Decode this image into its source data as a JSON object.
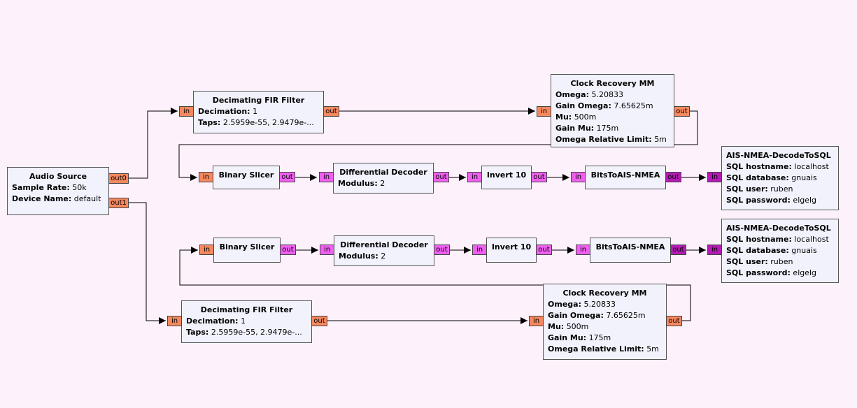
{
  "blocks": {
    "audio_source": {
      "title": "Audio Source",
      "params": [
        {
          "k": "Sample Rate:",
          "v": "50k"
        },
        {
          "k": "Device Name:",
          "v": "default"
        }
      ],
      "out0": "out0",
      "out1": "out1"
    },
    "fir_1": {
      "title": "Decimating FIR Filter",
      "params": [
        {
          "k": "Decimation:",
          "v": "1"
        },
        {
          "k": "Taps:",
          "v": "2.5959e-55, 2.9479e-..."
        }
      ],
      "in": "in",
      "out": "out"
    },
    "clock_1": {
      "title": "Clock Recovery MM",
      "params": [
        {
          "k": "Omega:",
          "v": "5.20833"
        },
        {
          "k": "Gain Omega:",
          "v": "7.65625m"
        },
        {
          "k": "Mu:",
          "v": "500m"
        },
        {
          "k": "Gain Mu:",
          "v": "175m"
        },
        {
          "k": "Omega Relative Limit:",
          "v": "5m"
        }
      ],
      "in": "in",
      "out": "out"
    },
    "slicer_1": {
      "title": "Binary Slicer",
      "in": "in",
      "out": "out"
    },
    "diff_1": {
      "title": "Differential Decoder",
      "params": [
        {
          "k": "Modulus:",
          "v": "2"
        }
      ],
      "in": "in",
      "out": "out"
    },
    "invert_1": {
      "title": "Invert 10",
      "in": "in",
      "out": "out"
    },
    "bits_1": {
      "title": "BitsToAIS-NMEA",
      "in": "in",
      "out": "out"
    },
    "sql_1": {
      "title": "AIS-NMEA-DecodeToSQL",
      "params": [
        {
          "k": "SQL hostname:",
          "v": "localhost"
        },
        {
          "k": "SQL database:",
          "v": "gnuais"
        },
        {
          "k": "SQL user:",
          "v": "ruben"
        },
        {
          "k": "SQL password:",
          "v": "elgelg"
        }
      ],
      "in": "in"
    },
    "slicer_2": {
      "title": "Binary Slicer",
      "in": "in",
      "out": "out"
    },
    "diff_2": {
      "title": "Differential Decoder",
      "params": [
        {
          "k": "Modulus:",
          "v": "2"
        }
      ],
      "in": "in",
      "out": "out"
    },
    "invert_2": {
      "title": "Invert 10",
      "in": "in",
      "out": "out"
    },
    "bits_2": {
      "title": "BitsToAIS-NMEA",
      "in": "in",
      "out": "out"
    },
    "sql_2": {
      "title": "AIS-NMEA-DecodeToSQL",
      "params": [
        {
          "k": "SQL hostname:",
          "v": "localhost"
        },
        {
          "k": "SQL database:",
          "v": "gnuais"
        },
        {
          "k": "SQL user:",
          "v": "ruben"
        },
        {
          "k": "SQL password:",
          "v": "elgelg"
        }
      ],
      "in": "in"
    },
    "fir_2": {
      "title": "Decimating FIR Filter",
      "params": [
        {
          "k": "Decimation:",
          "v": "1"
        },
        {
          "k": "Taps:",
          "v": "2.5959e-55, 2.9479e-..."
        }
      ],
      "in": "in",
      "out": "out"
    },
    "clock_2": {
      "title": "Clock Recovery MM",
      "params": [
        {
          "k": "Omega:",
          "v": "5.20833"
        },
        {
          "k": "Gain Omega:",
          "v": "7.65625m"
        },
        {
          "k": "Mu:",
          "v": "500m"
        },
        {
          "k": "Gain Mu:",
          "v": "175m"
        },
        {
          "k": "Omega Relative Limit:",
          "v": "5m"
        }
      ],
      "in": "in",
      "out": "out"
    }
  },
  "colors": {
    "canvas": "#fdf1fb",
    "block_fill": "#f2f2fd",
    "port_float": "#f5885f",
    "port_byte": "#f060f0",
    "port_char": "#b41bb4",
    "wire": "#000000"
  }
}
